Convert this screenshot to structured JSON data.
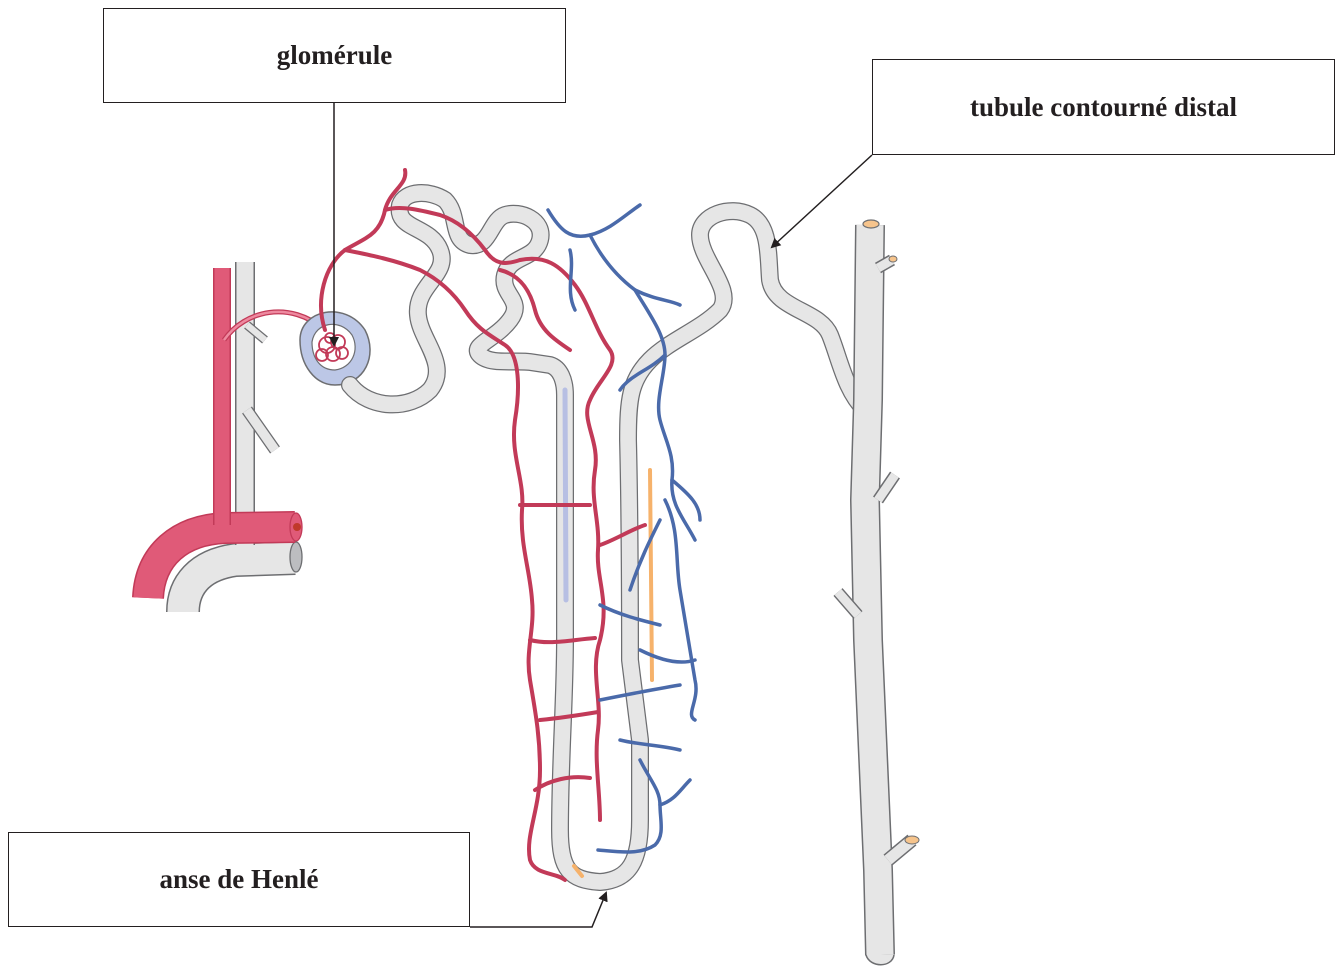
{
  "labels": {
    "glomerule": "glomérule",
    "distal_tubule": "tubule contourné distal",
    "loop_of_henle": "anse de Henlé"
  },
  "colors": {
    "artery": "#e05a78",
    "artery_dark": "#c23a58",
    "vein": "#5a78b4",
    "tubule": "#e6e6e6",
    "tubule_outline": "#6d6e71",
    "capsule_blue": "#9fb3de",
    "accent_orange": "#f6b26b",
    "line": "#231f20"
  }
}
